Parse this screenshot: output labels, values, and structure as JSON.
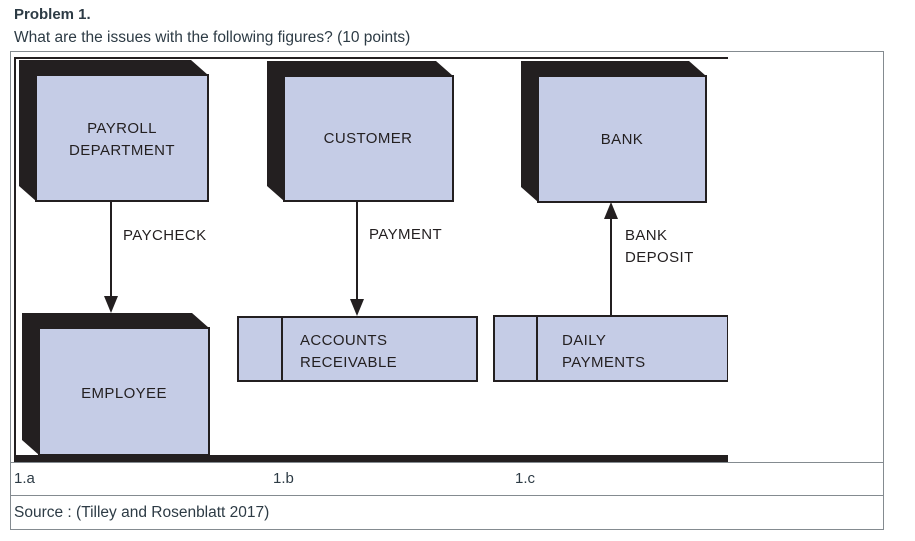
{
  "header": {
    "title": "Problem 1.",
    "question": "What are the issues with the following figures? (10 points)"
  },
  "figure": {
    "diagram_a": {
      "entity_top": [
        "PAYROLL",
        "DEPARTMENT"
      ],
      "flow_label": [
        "PAYCHECK"
      ],
      "flow_direction": "down",
      "entity_bottom": [
        "EMPLOYEE"
      ]
    },
    "diagram_b": {
      "entity_top": [
        "CUSTOMER"
      ],
      "flow_label": [
        "PAYMENT"
      ],
      "flow_direction": "down",
      "datastore": [
        "ACCOUNTS",
        "RECEIVABLE"
      ]
    },
    "diagram_c": {
      "entity_top": [
        "BANK"
      ],
      "flow_label": [
        "BANK",
        "DEPOSIT"
      ],
      "flow_direction": "up",
      "datastore": [
        "DAILY",
        "PAYMENTS"
      ]
    }
  },
  "captions": {
    "a": "1.a",
    "b": "1.b",
    "c": "1.c"
  },
  "source": {
    "text": "Source : (Tilley and Rosenblatt 2017)"
  },
  "colors": {
    "entity_fill": "#c5cce6",
    "figure_ink": "#231f20",
    "page_text": "#2d3b45",
    "table_border": "#848b90"
  }
}
